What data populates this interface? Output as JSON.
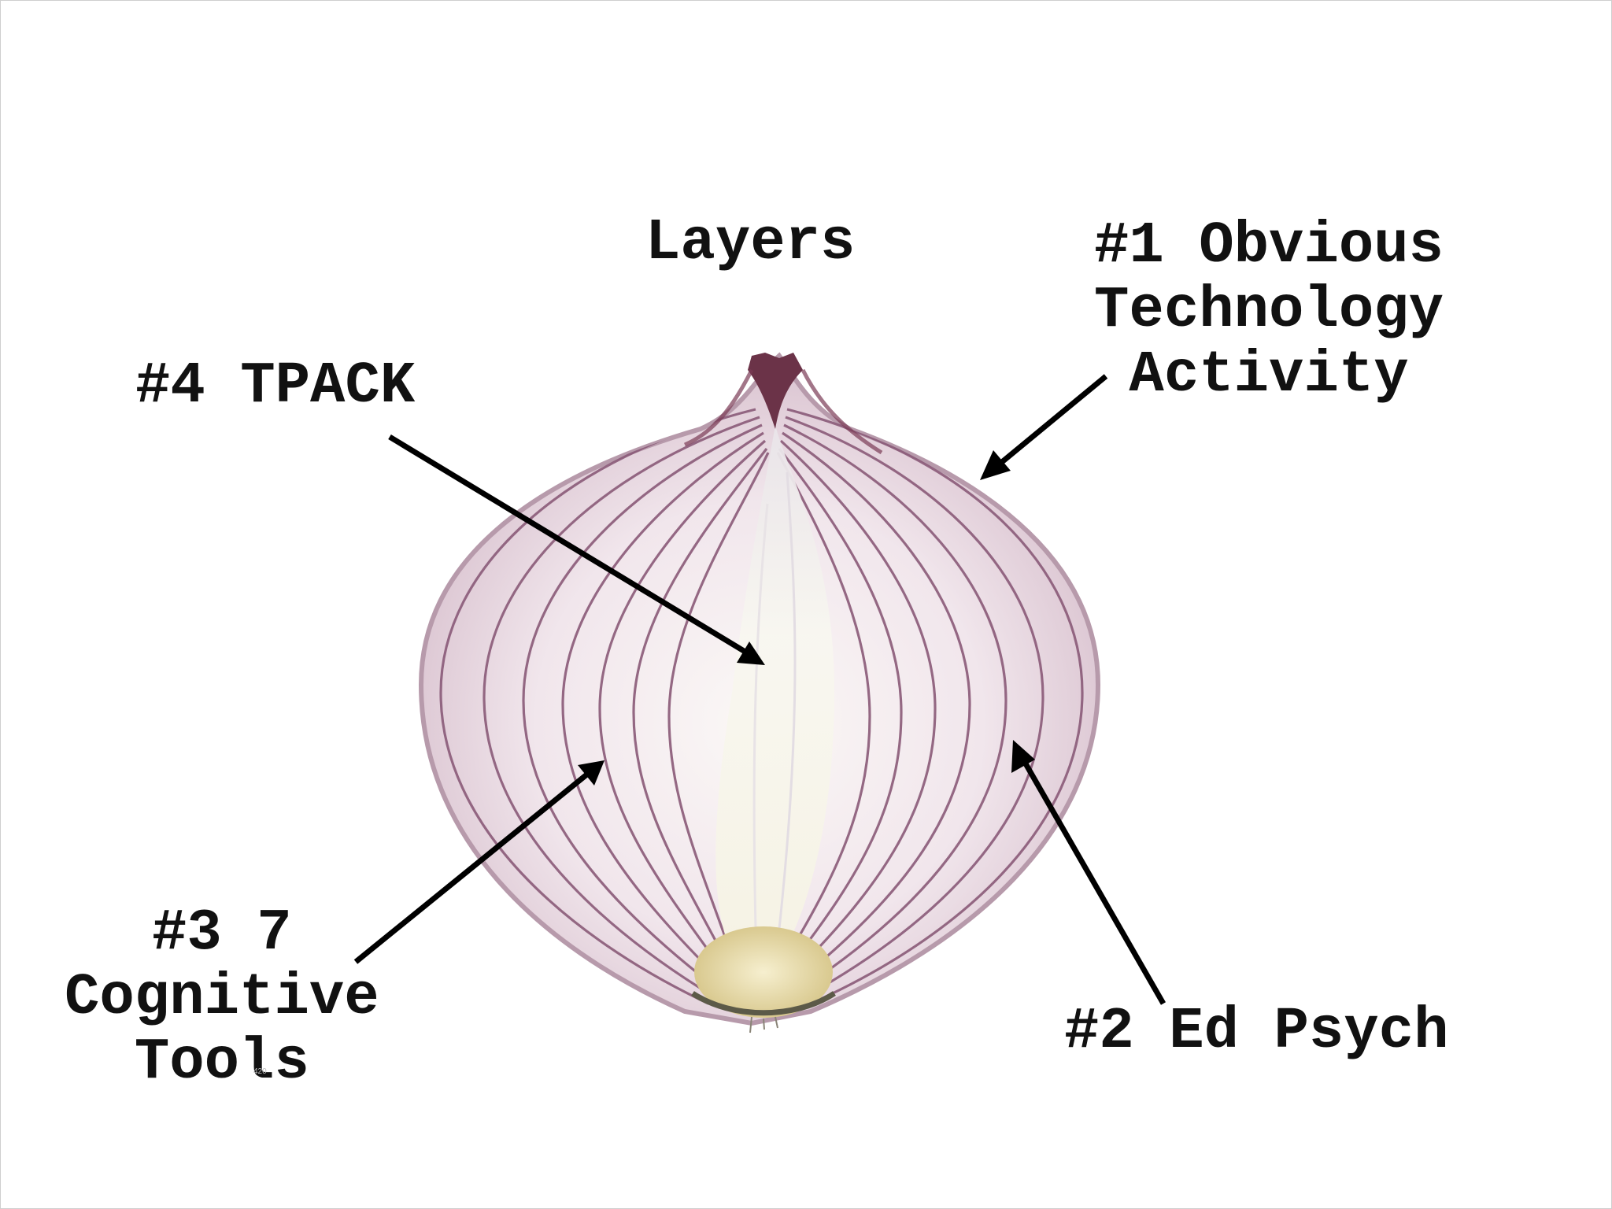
{
  "title": "Layers",
  "labels": {
    "layer1": [
      "#1 Obvious",
      "Technology",
      "Activity"
    ],
    "layer2": [
      "#2 Ed Psych"
    ],
    "layer3": [
      "#3 7",
      "Cognitive",
      "Tools"
    ],
    "layer4": [
      "#4 TPACK"
    ]
  },
  "image": {
    "subject": "red-onion-cross-section-icon",
    "colors": {
      "flesh": "#f3e9ef",
      "rings": "#8a5a78",
      "outer_skin": "#b79aab",
      "core": "#f7f6ee",
      "root": "#efe3b8",
      "tip": "#6b3348"
    }
  },
  "arrow_color": "#000000",
  "tiny_mark": "420"
}
